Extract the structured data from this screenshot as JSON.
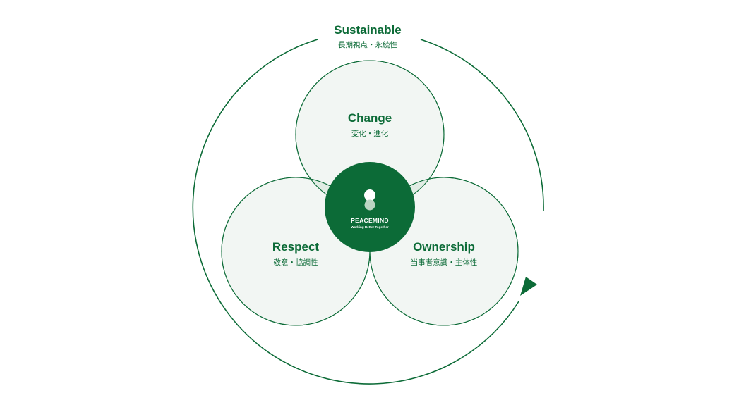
{
  "colors": {
    "primary": "#0c6b37",
    "circle_fill": "#f2f6f3",
    "overlap_fill": "#e1ece4",
    "logo_accent": "#bcd5c3",
    "logo_text": "#ffffff"
  },
  "outer": {
    "title": "Sustainable",
    "subtitle": "長期視点・永続性"
  },
  "circles": {
    "change": {
      "title": "Change",
      "subtitle": "変化・進化"
    },
    "respect": {
      "title": "Respect",
      "subtitle": "敬意・協調性"
    },
    "ownership": {
      "title": "Ownership",
      "subtitle": "当事者意識・主体性"
    }
  },
  "center": {
    "brand": "PEACEMIND",
    "tagline": "Working Better Together"
  }
}
